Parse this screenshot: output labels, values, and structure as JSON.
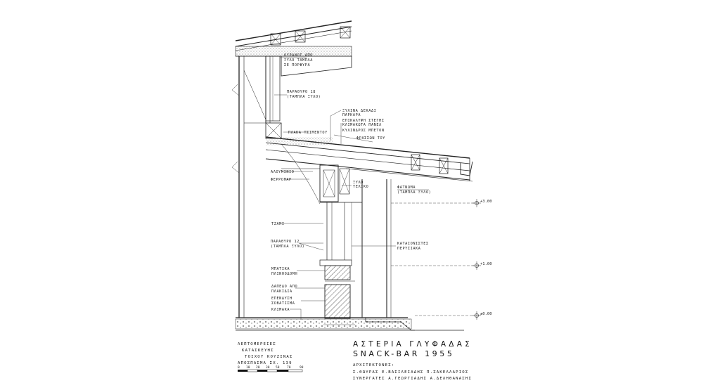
{
  "title_block": {
    "left": {
      "line1": "ΛΕΠΤΟΜΕΡΕΙΕΣ",
      "line2": "ΚΑΤΑΣΚΕΥΗΣ",
      "line3": "ΤΟΙΧΟΥ ΚΟΥΖΙΝΑΣ",
      "line4": "ΑΠΟΣΠΑΣΜΑ ΣΧ. 139"
    },
    "scale_ticks": [
      "0",
      "10",
      "20",
      "30",
      "50",
      "70",
      "90"
    ],
    "right": {
      "project": "ΑΣΤΕΡΙΑ ΓΛΥΦΑΔΑΣ",
      "building": "SNACK-BAR 1955",
      "architects_label": "ΑΡΧΙΤΕΚΤΟΝΕΣ:",
      "names_row1": "Σ.ΘΩΥΡΑΣ  Ε.ΒΑΣΙΛΕΙΑΔΗΣ  Π.ΣΑΚΕΛΛΑΡΙΟΣ",
      "names_row2": "ΣΥΝΕΡΓΑΤΕΣ  Α.ΓΕΩΡΓΙΑΔΗΣ  Α.ΔΕΛΗΘΑΝΑΣΗΣ"
    }
  },
  "annotations": {
    "upper_right": [
      "ΟΥΡΑΝΟΣ ΑΠΟ",
      "ΞΥΛΟ ΤΑΜΠΛΑ",
      "ΣΕ ΠΟΡΦΥΡΑ",
      "ΠΑΡΑΘΥΡΟ 18",
      "(ΤΑΜΠΛΑ ΞΥΛΟ)"
    ],
    "mid_right": [
      "ΞΥΛΙΝΑ ΔΕΚΑΔΙ",
      "ΠΑΡΚΑΡΑ",
      "ΕΠΙΚΑΛΥΨΗ ΣΤΕΓΗΣ",
      "ΚΛΙΜΑΚΩΤΑ ΠΑΝΕΛ",
      "ΚΥΛΙΝΔΡΟΣ ΜΠΕΤΟΝ",
      "ΦΡΑΣΣΩΝ ΤΟΥ"
    ],
    "left_column": [
      "ΠΛΑΚΑ ΤΣΙΜΕΝΤΟΥ",
      "ΑΛΟΥΜΙΝΙΟ",
      "ΦΕΡΡΟΠΑΡ",
      "ΤΖΑΜΙ",
      "ΠΑΡΑΘΥΡΟ 12",
      "(ΤΑΜΠΛΑ ΞΥΛΟ)",
      "ΜΠΑΤΙΚΑ",
      "ΠΛΙΝΘΟΔΟΜΗ",
      "ΔΑΠΕΔΟ ΑΠΟ",
      "ΠΛΑΚΙΔΙΑ",
      "ΕΠΕΝΔΥΣΗ",
      "ΣΟΒΑΤΙΣΜΑ",
      "ΚΛΙΜΑΚΑ"
    ],
    "right_column": [
      "ΞΥΛΟ",
      "ΤΕΛΙΚΟ",
      "ΦΑΤΝΩΜΑ",
      "(ΤΑΜΠΛΑ ΞΥΛΟ)",
      "ΚΑΤΑΙΟΝΙΣΤΕΣ",
      "ΠΕΡΥΣΙΑΚΑ"
    ]
  },
  "levels": [
    "+3.00",
    "+1.00",
    "±0.00"
  ]
}
